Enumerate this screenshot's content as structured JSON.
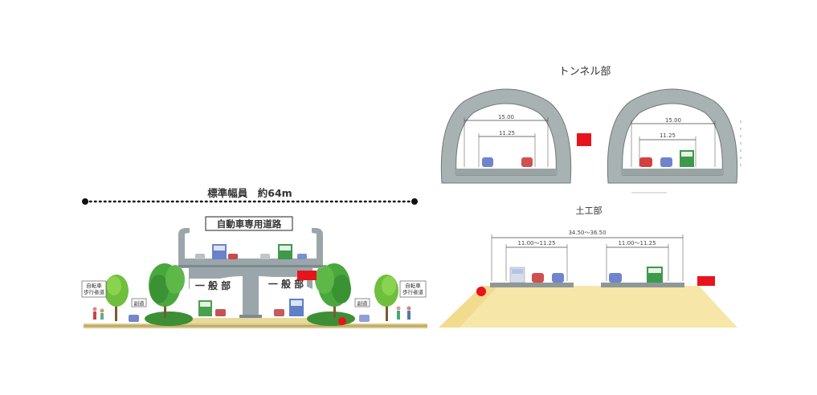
{
  "left_section": {
    "width_label": "標準幅員　約64m",
    "expressway_label": "自動車専用道路",
    "general_road_left": "一 般 部",
    "general_road_right": "一 般 部",
    "bike_ped_left": "自転車\n歩行者道",
    "bike_ped_right": "自転車\n歩行者道",
    "sidewalk_small_left": "副道",
    "sidewalk_small_right": "副道"
  },
  "tunnel_section": {
    "title": "トンネル部",
    "left_tube": {
      "outer_dim": "15.00",
      "inner_dim": "11.25"
    },
    "right_tube": {
      "outer_dim": "15.00",
      "inner_dim": "11.25"
    }
  },
  "earthwork_section": {
    "title": "土工部",
    "overall_dim": "34.50～36.50",
    "left_dim": "11.00～11.25",
    "right_dim": "11.00～11.25"
  },
  "colors": {
    "tunnel_lining": "#a9b2b2",
    "elevated_structure": "#9aa6aa",
    "embankment": "#f6e7a8",
    "marker": "#e8141c",
    "tree_green": "#49a83d"
  }
}
